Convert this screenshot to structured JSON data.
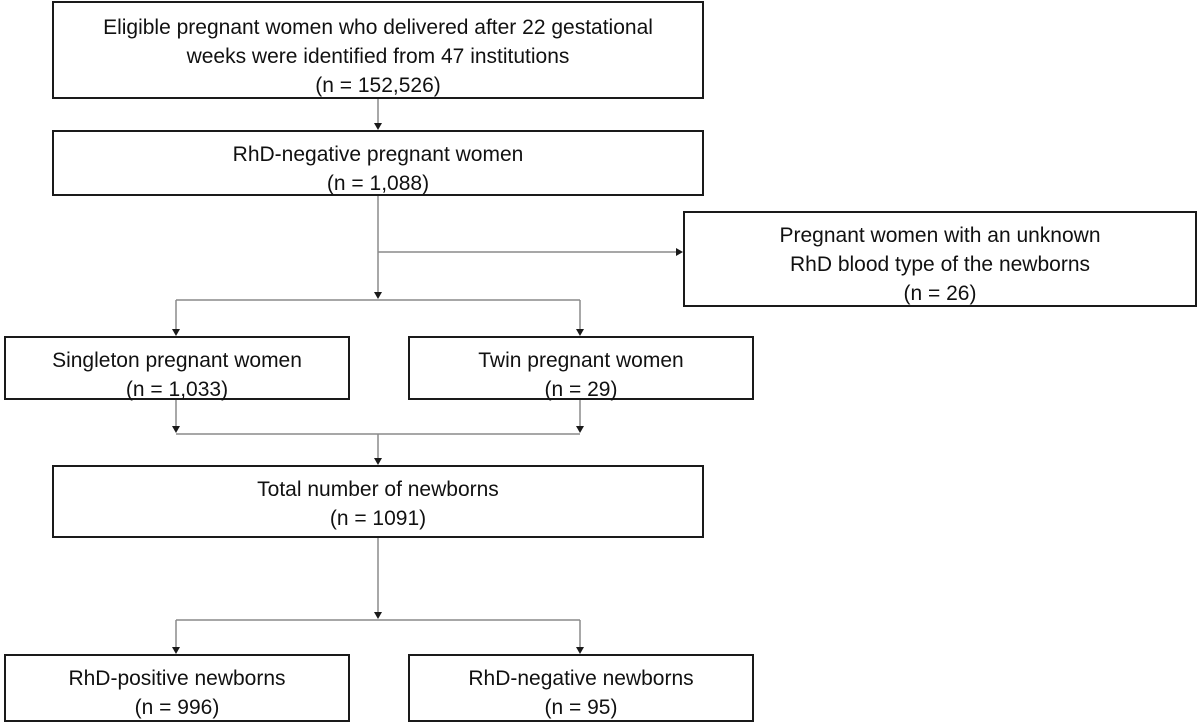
{
  "boxes": {
    "eligible": {
      "lines": [
        "Eligible pregnant women who delivered after 22 gestational",
        "weeks were identified from 47 institutions",
        "(n = 152,526)"
      ]
    },
    "rhd_negative_women": {
      "lines": [
        "RhD-negative pregnant women",
        "(n = 1,088)"
      ]
    },
    "unknown_newborn_type": {
      "lines": [
        "Pregnant women with an unknown",
        "RhD blood type of the newborns",
        "(n = 26)"
      ]
    },
    "singleton": {
      "lines": [
        "Singleton pregnant women",
        "(n = 1,033)"
      ]
    },
    "twin": {
      "lines": [
        "Twin pregnant women",
        "(n = 29)"
      ]
    },
    "total_newborns": {
      "lines": [
        "Total number of newborns",
        "(n = 1091)"
      ]
    },
    "rhd_positive_newborns": {
      "lines": [
        "RhD-positive newborns",
        "(n = 996)"
      ]
    },
    "rhd_negative_newborns": {
      "lines": [
        "RhD-negative newborns",
        "(n = 95)"
      ]
    }
  }
}
